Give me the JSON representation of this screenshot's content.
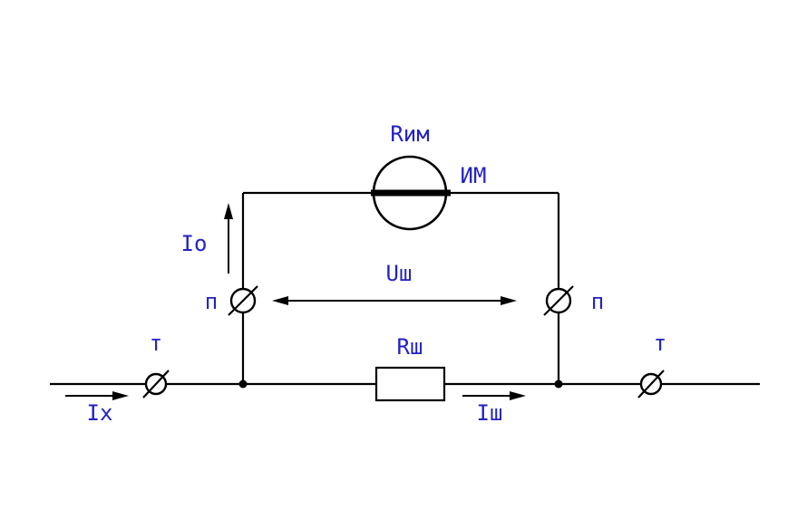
{
  "diagram": {
    "colors": {
      "label": "#2222c4",
      "line": "#000000",
      "background": "#ffffff"
    },
    "labels": {
      "meter_resistance": "Rим",
      "meter": "ИМ",
      "meter_current": "Iо",
      "clamp_left": "п",
      "clamp_right": "п",
      "shunt_voltage": "Uш",
      "shunt_resistance": "Rш",
      "terminal_left": "т",
      "terminal_right": "т",
      "input_current": "Iх",
      "shunt_current": "Iш"
    }
  }
}
